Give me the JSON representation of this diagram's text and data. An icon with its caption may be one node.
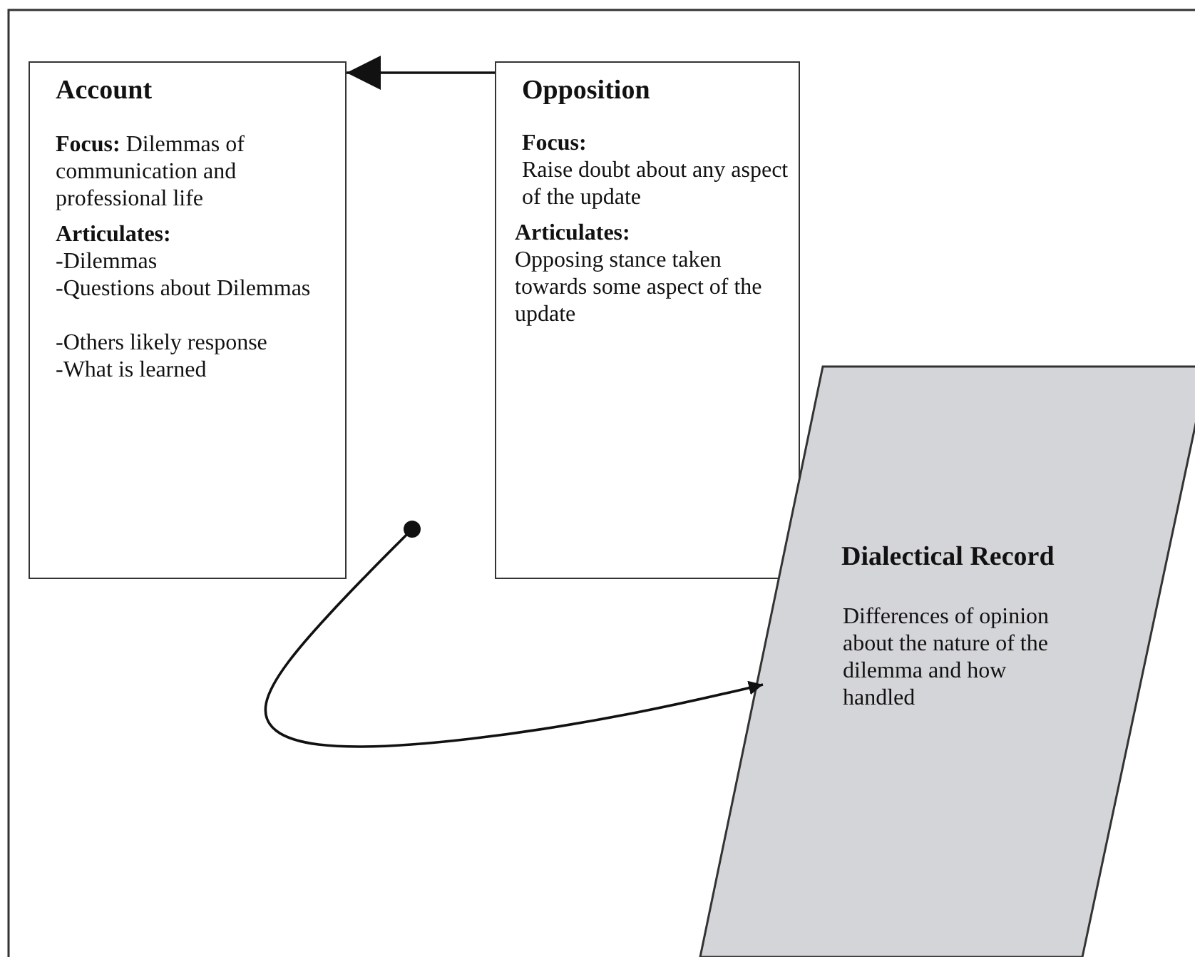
{
  "diagram": {
    "nodes": [
      {
        "text": [
          "Account",
          "**Focus:** Dilemmas of communication and professional life",
          "Articulates:",
          "-Dilemmas",
          "-Questions about Dilemmas",
          "-Others likely response",
          "-What is learned"
        ]
      },
      {
        "text": [
          "Opposition",
          "Focus:",
          "Raise doubt about any aspect of the update",
          "Articulates:",
          "Opposing stance taken towards some aspect of the update"
        ]
      },
      {
        "text": [
          "Dialectical Record",
          "Differences of opinion about the nature of the dilemma and how handled"
        ]
      }
    ],
    "edges": [
      {
        "from": 1,
        "to": 0,
        "arrow": "to"
      },
      {
        "from": null,
        "to": 2,
        "arrow": "to"
      }
    ]
  }
}
